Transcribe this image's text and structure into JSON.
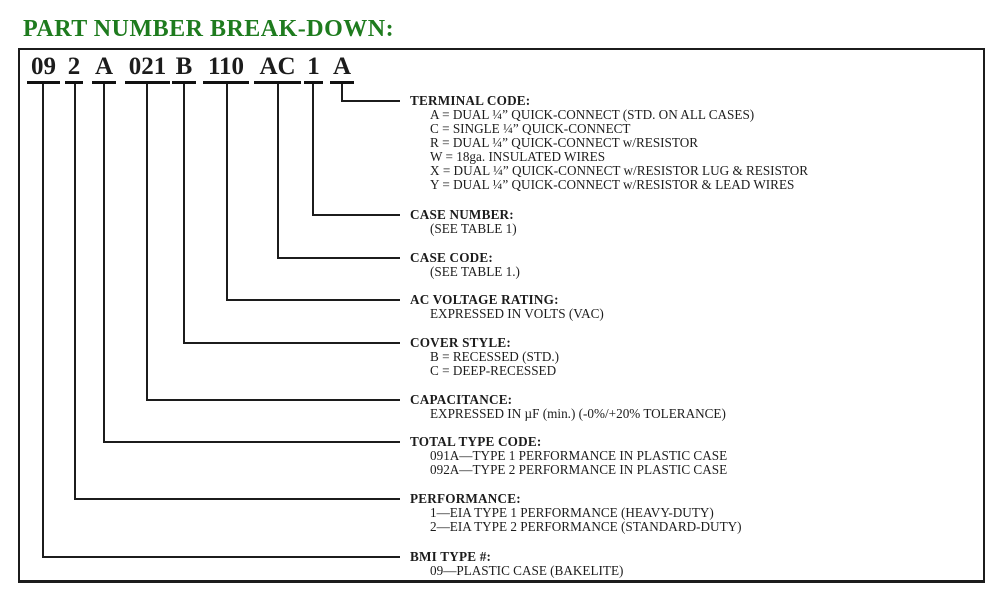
{
  "title": "PART NUMBER BREAK-DOWN:",
  "colors": {
    "title_green": "#1e7b1e",
    "ink": "#1c1c1c",
    "background": "#ffffff"
  },
  "part_number": {
    "segments": [
      {
        "code": "09"
      },
      {
        "code": "2"
      },
      {
        "code": "A"
      },
      {
        "code": "021"
      },
      {
        "code": "B"
      },
      {
        "code": "110"
      },
      {
        "code": "AC"
      },
      {
        "code": "1"
      },
      {
        "code": "A"
      }
    ]
  },
  "sections": [
    {
      "heading": "TERMINAL CODE:",
      "lines": [
        "A = DUAL ¼” QUICK-CONNECT (STD. ON ALL CASES)",
        "C = SINGLE ¼” QUICK-CONNECT",
        "R = DUAL ¼” QUICK-CONNECT w/RESISTOR",
        "W = 18ga. INSULATED WIRES",
        "X = DUAL ¼” QUICK-CONNECT w/RESISTOR LUG & RESISTOR",
        "Y = DUAL ¼” QUICK-CONNECT w/RESISTOR & LEAD WIRES"
      ]
    },
    {
      "heading": "CASE NUMBER:",
      "lines": [
        "(SEE TABLE 1)"
      ]
    },
    {
      "heading": "CASE CODE:",
      "lines": [
        "(SEE TABLE 1.)"
      ]
    },
    {
      "heading": "AC VOLTAGE RATING:",
      "lines": [
        "EXPRESSED IN VOLTS (VAC)"
      ]
    },
    {
      "heading": "COVER STYLE:",
      "lines": [
        "B = RECESSED (STD.)",
        "C = DEEP-RECESSED"
      ]
    },
    {
      "heading": "CAPACITANCE:",
      "lines": [
        "EXPRESSED IN µF (min.) (-0%/+20% TOLERANCE)"
      ]
    },
    {
      "heading": "TOTAL TYPE CODE:",
      "lines": [
        "091A—TYPE 1 PERFORMANCE IN PLASTIC CASE",
        "092A—TYPE 2 PERFORMANCE IN PLASTIC CASE"
      ]
    },
    {
      "heading": "PERFORMANCE:",
      "lines": [
        "1—EIA TYPE 1 PERFORMANCE (HEAVY-DUTY)",
        "2—EIA TYPE 2 PERFORMANCE (STANDARD-DUTY)"
      ]
    },
    {
      "heading": "BMI TYPE #:",
      "lines": [
        "09—PLASTIC CASE (BAKELITE)"
      ]
    }
  ]
}
